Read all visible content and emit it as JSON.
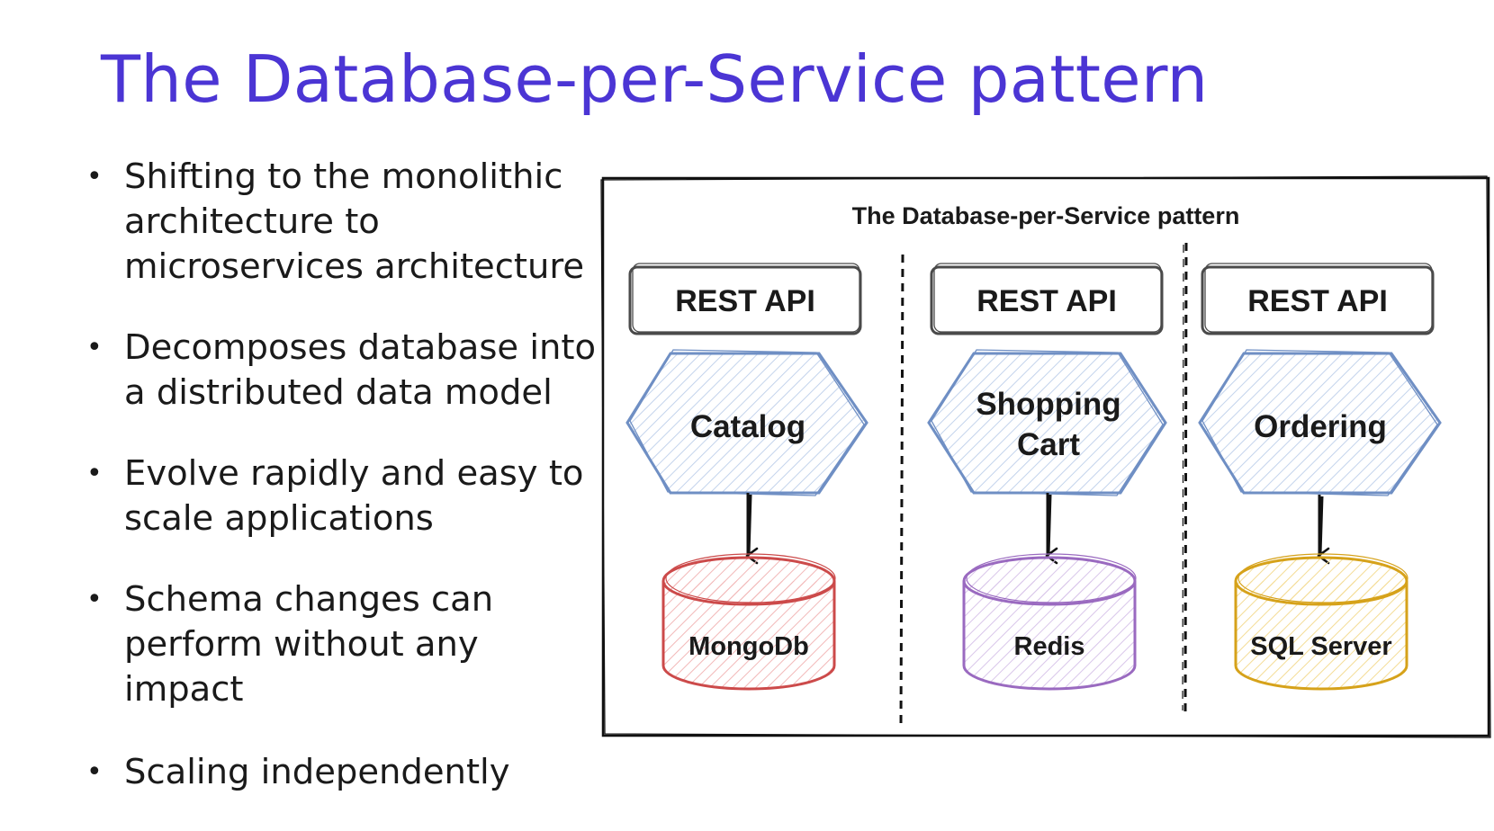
{
  "slide": {
    "title": "The Database-per-Service pattern",
    "bullets": [
      "Shifting to the monolithic architecture to microservices architecture",
      "Decomposes database into a distributed data model",
      "Evolve rapidly and easy to scale applications",
      "Schema changes can perform without any impact",
      "Scaling independently"
    ]
  },
  "diagram": {
    "title": "The Database-per-Service pattern",
    "columns": [
      {
        "api": "REST API",
        "service": [
          "Catalog"
        ],
        "database": "MongoDb",
        "db_color": "#cc4a4a",
        "db_fill": "#f4b4b4",
        "service_color": "#6f8fc4"
      },
      {
        "api": "REST API",
        "service": [
          "Shopping",
          "Cart"
        ],
        "database": "Redis",
        "db_color": "#9a6ac0",
        "db_fill": "#d4bde8",
        "service_color": "#6f8fc4"
      },
      {
        "api": "REST API",
        "service": [
          "Ordering"
        ],
        "database": "SQL Server",
        "db_color": "#d6a21a",
        "db_fill": "#f3d98a",
        "service_color": "#6f8fc4"
      }
    ]
  }
}
